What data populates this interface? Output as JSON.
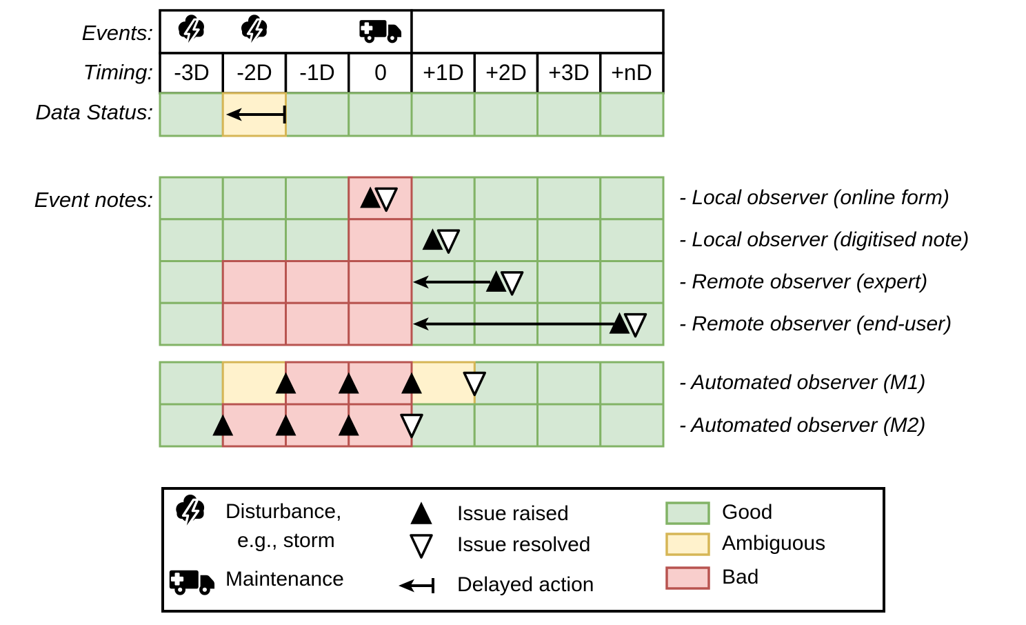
{
  "colors": {
    "good_fill": "#d5e8d4",
    "good_stroke": "#82b366",
    "ambiguous_fill": "#fff2cc",
    "ambiguous_stroke": "#d6b656",
    "bad_fill": "#f8cecc",
    "bad_stroke": "#b85450",
    "line": "#000000",
    "background": "#ffffff"
  },
  "header": {
    "events_label": "Events:",
    "timing_label": "Timing:",
    "data_status_label": "Data Status:",
    "timing_cells": [
      "-3D",
      "-2D",
      "-1D",
      "0",
      "+1D",
      "+2D",
      "+3D",
      "+nD"
    ],
    "event_icons": [
      {
        "icon": "storm-icon",
        "col": 0.5
      },
      {
        "icon": "storm-icon",
        "col": 1.5
      },
      {
        "icon": "ambulance-icon",
        "col": 3.5
      }
    ],
    "data_status_cells": [
      "good",
      "ambiguous",
      "good",
      "good",
      "good",
      "good",
      "good",
      "good"
    ],
    "data_status_arrow": {
      "tip_col": 1.05,
      "tail_col": 1.98
    }
  },
  "event_notes": {
    "label": "Event notes:",
    "rows": [
      {
        "label": "- Local observer (online form)",
        "cells": [
          "good",
          "good",
          "good",
          "bad",
          "good",
          "good",
          "good",
          "good"
        ],
        "markers": [
          {
            "type": "raised-resolved",
            "col": 3.47
          }
        ]
      },
      {
        "label": "- Local observer (digitised note)",
        "cells": [
          "good",
          "good",
          "good",
          "bad",
          "good",
          "good",
          "good",
          "good"
        ],
        "markers": [
          {
            "type": "raised-resolved",
            "col": 4.46
          }
        ]
      },
      {
        "label": "- Remote observer (expert)",
        "cells": [
          "good",
          "bad",
          "bad",
          "bad",
          "good",
          "good",
          "good",
          "good"
        ],
        "markers": [
          {
            "type": "raised-resolved",
            "col": 5.47
          }
        ],
        "arrow": {
          "tip_col": 4.02,
          "tail_col": 5.25
        }
      },
      {
        "label": "- Remote observer (end-user)",
        "cells": [
          "good",
          "bad",
          "bad",
          "bad",
          "good",
          "good",
          "good",
          "good"
        ],
        "markers": [
          {
            "type": "raised-resolved",
            "col": 7.43
          }
        ],
        "arrow": {
          "tip_col": 4.02,
          "tail_col": 7.22
        }
      }
    ]
  },
  "automated": {
    "rows": [
      {
        "label": "- Automated observer (M1)",
        "cells": [
          "good",
          "ambiguous",
          "bad",
          "bad",
          "ambiguous",
          "good",
          "good",
          "good"
        ],
        "markers": [
          {
            "type": "raised",
            "col": 2
          },
          {
            "type": "raised",
            "col": 3
          },
          {
            "type": "raised",
            "col": 4
          },
          {
            "type": "resolved",
            "col": 5
          }
        ]
      },
      {
        "label": "- Automated observer (M2)",
        "cells": [
          "good",
          "bad",
          "bad",
          "bad",
          "good",
          "good",
          "good",
          "good"
        ],
        "markers": [
          {
            "type": "raised",
            "col": 1
          },
          {
            "type": "raised",
            "col": 2
          },
          {
            "type": "raised",
            "col": 3
          },
          {
            "type": "resolved",
            "col": 4
          }
        ]
      }
    ]
  },
  "legend": {
    "disturbance_label_line1": "Disturbance,",
    "disturbance_label_line2": "e.g., storm",
    "maintenance_label": "Maintenance",
    "issue_raised_label": "Issue raised",
    "issue_resolved_label": "Issue resolved",
    "delayed_action_label": "Delayed action",
    "good_label": "Good",
    "ambiguous_label": "Ambiguous",
    "bad_label": "Bad"
  }
}
